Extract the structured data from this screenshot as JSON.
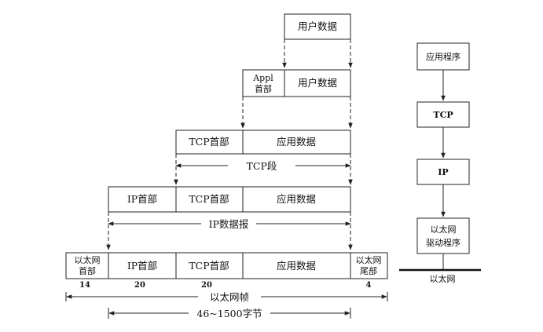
{
  "encapsulation": {
    "level_user": {
      "data": "用户数据"
    },
    "level_app": {
      "header_line1": "Appl",
      "header_line2": "首部",
      "data": "用户数据"
    },
    "level_tcp": {
      "header": "TCP首部",
      "data": "应用数据",
      "span_label": "TCP段"
    },
    "level_ip": {
      "ip_header": "IP首部",
      "tcp_header": "TCP首部",
      "data": "应用数据",
      "span_label": "IP数据报"
    },
    "level_eth": {
      "eth_header_line1": "以太网",
      "eth_header_line2": "首部",
      "ip_header": "IP首部",
      "tcp_header": "TCP首部",
      "data": "应用数据",
      "eth_trailer_line1": "以太网",
      "eth_trailer_line2": "尾部",
      "size_eth_header": "14",
      "size_ip_header": "20",
      "size_tcp_header": "20",
      "size_eth_trailer": "4",
      "frame_label": "以太网帧",
      "payload_range_label": "46~1500字节"
    }
  },
  "stack": {
    "application": "应用程序",
    "tcp": "TCP",
    "ip": "IP",
    "driver_line1": "以太网",
    "driver_line2": "驱动程序",
    "network": "以太网"
  }
}
